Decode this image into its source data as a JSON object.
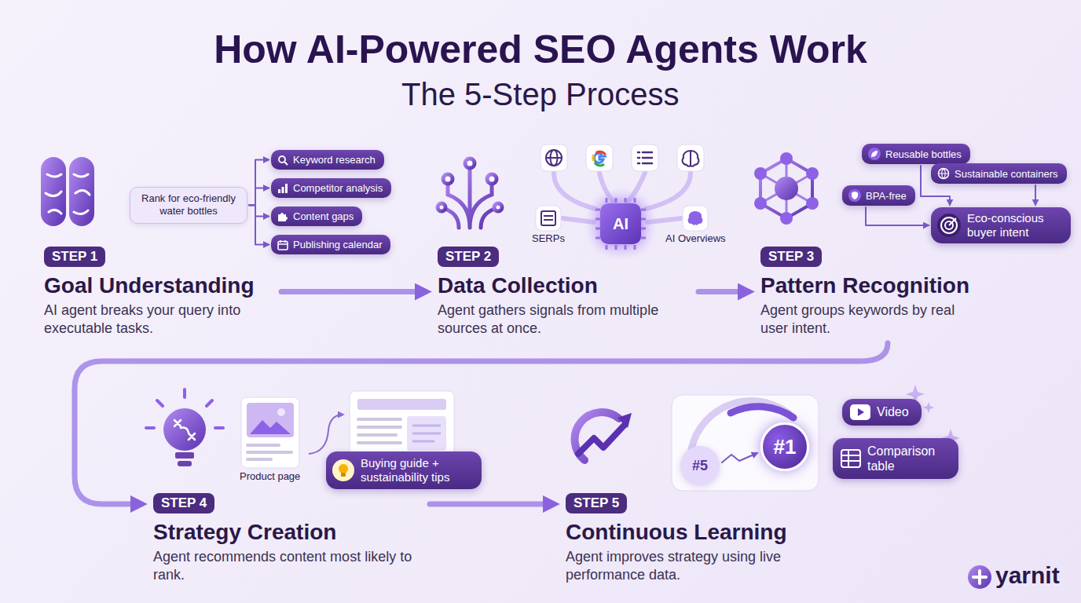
{
  "diagram": {
    "title": "How AI-Powered SEO Agents Work",
    "nodes": [
      {
        "text": [
          "Rank for eco-friendly water bottles"
        ]
      },
      {
        "text": [
          "Keyword research"
        ]
      },
      {
        "text": [
          "Competitor analysis"
        ]
      },
      {
        "text": [
          "Content gaps"
        ]
      },
      {
        "text": [
          "Publishing calendar"
        ]
      },
      {
        "text": [
          "STEP 1",
          "Goal Understanding",
          "AI agent breaks your query into executable tasks."
        ]
      },
      {
        "text": [
          "AI"
        ]
      },
      {
        "text": [
          "STEP 2",
          "Data Collection",
          "Agent gathers signals from multiple sources at once."
        ]
      },
      {
        "text": [
          "Reusable bottles"
        ]
      },
      {
        "text": [
          "Sustainable containers"
        ]
      },
      {
        "text": [
          "BPA-free"
        ]
      },
      {
        "text": [
          "Eco-conscious buyer intent"
        ]
      },
      {
        "text": [
          "STEP 3",
          "Pattern Recognition",
          "Agent groups keywords by real user intent."
        ]
      },
      {
        "text": [
          "Product page"
        ]
      },
      {
        "text": [
          "Buying guide + sustainability tips"
        ]
      },
      {
        "text": [
          "STEP 4",
          "Strategy Creation",
          "Agent recommends content most likely to rank."
        ]
      },
      {
        "text": [
          "#5"
        ]
      },
      {
        "text": [
          "#1"
        ]
      },
      {
        "text": [
          "Video"
        ]
      },
      {
        "text": [
          "Comparison table"
        ]
      },
      {
        "text": [
          "STEP 5",
          "Continuous Learning",
          "Agent improves strategy using live performance data."
        ]
      }
    ],
    "edges": [
      {
        "from": 0,
        "to": 1,
        "arrow": "to"
      },
      {
        "from": 0,
        "to": 2,
        "arrow": "to"
      },
      {
        "from": 0,
        "to": 3,
        "arrow": "to"
      },
      {
        "from": 0,
        "to": 4,
        "arrow": "to"
      },
      {
        "from": 5,
        "to": 7,
        "arrow": "to"
      },
      {
        "from": 7,
        "to": 12,
        "arrow": "to"
      },
      {
        "from": 8,
        "to": 11,
        "arrow": "to"
      },
      {
        "from": 9,
        "to": 11,
        "arrow": "to"
      },
      {
        "from": 10,
        "to": 11,
        "arrow": "to"
      },
      {
        "from": 12,
        "to": 15,
        "arrow": "to"
      },
      {
        "from": 15,
        "to": 20,
        "arrow": "to"
      },
      {
        "from": 16,
        "to": 17,
        "arrow": "to"
      }
    ],
    "labels": [
      "The 5-Step Process",
      "SERPs",
      "AI Overviews",
      "yarnit"
    ]
  }
}
